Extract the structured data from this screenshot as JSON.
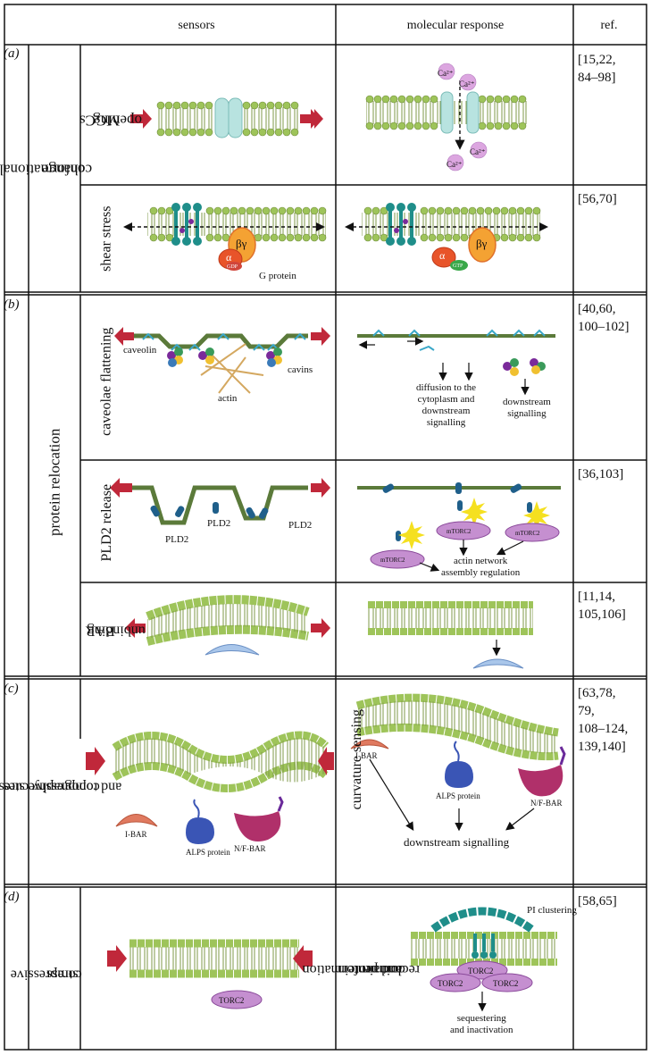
{
  "header": {
    "sensors": "sensors",
    "response": "molecular response",
    "ref": "ref."
  },
  "sections": [
    {
      "letter": "(a)",
      "category": [
        "conformational",
        "change"
      ]
    },
    {
      "letter": "(b)",
      "category": [
        "protein relocation"
      ]
    },
    {
      "letter": "(c)",
      "category": [
        "compressive stress",
        "and topography cues"
      ]
    },
    {
      "letter": "(d)",
      "category": [
        "compressive",
        "stress"
      ]
    }
  ],
  "rows": [
    {
      "sensor": [
        "MGCs",
        "opening"
      ],
      "refs": [
        "[15,22,",
        "84–98]"
      ],
      "labels": {
        "ion": "Ca²⁺"
      }
    },
    {
      "sensor": [
        "shear stress"
      ],
      "refs": [
        "[56,70]"
      ],
      "labels": {
        "alpha": "α",
        "betagamma": "βγ",
        "gdp": "GDP",
        "gtp": "GTP",
        "gprotein": "G protein"
      }
    },
    {
      "sensor": [
        "caveolae flattening"
      ],
      "refs": [
        "[40,60,",
        "100–102]"
      ],
      "labels": {
        "caveolin": "caveolin",
        "actin": "actin",
        "cavins": "cavins",
        "diffusion": [
          "diffusion to the",
          "cytoplasm and",
          "downstream",
          "signalling"
        ],
        "downstream": [
          "downstream",
          "signalling"
        ]
      }
    },
    {
      "sensor": [
        "PLD2 release"
      ],
      "refs": [
        "[36,103]"
      ],
      "labels": {
        "pld2": "PLD2",
        "mtorc2": "mTORC2",
        "actin_net": [
          "actin network",
          "assembly regulation"
        ]
      }
    },
    {
      "sensor": [
        "BAR",
        "unbinding"
      ],
      "refs": [
        "[11,14,",
        "105,106]"
      ],
      "labels": {}
    },
    {
      "sensor": [],
      "refs": [
        "[63,78,",
        "79,",
        "108–124,",
        "139,140]"
      ],
      "response_title": [
        "curvature sensing"
      ],
      "labels": {
        "ibar": "I-BAR",
        "alps": "ALPS protein",
        "nfbar": "N/F-BAR",
        "downstream": "downstream signalling"
      }
    },
    {
      "sensor": [],
      "refs": [
        "[58,65]"
      ],
      "response_title": [
        "domain formation",
        "and protein",
        "recruitment"
      ],
      "labels": {
        "torc2": "TORC2",
        "pi": "PI clustering",
        "seq": [
          "sequestering",
          "and inactivation"
        ]
      }
    }
  ],
  "colors": {
    "lipid_head": "#9ec45a",
    "lipid_tail": "#6d8a3a",
    "arrow_red": "#c0283a",
    "channel": "#b8e3e0",
    "purple": "#c58fd0",
    "membrane_dark": "#5b7a3a",
    "caveolin": "#3aa7c8",
    "pld2": "#1f5f8a",
    "bar": "#a9c6ea",
    "ibar": "#e07a60",
    "alps": "#3a55b5",
    "nfbar": "#b0306a"
  }
}
